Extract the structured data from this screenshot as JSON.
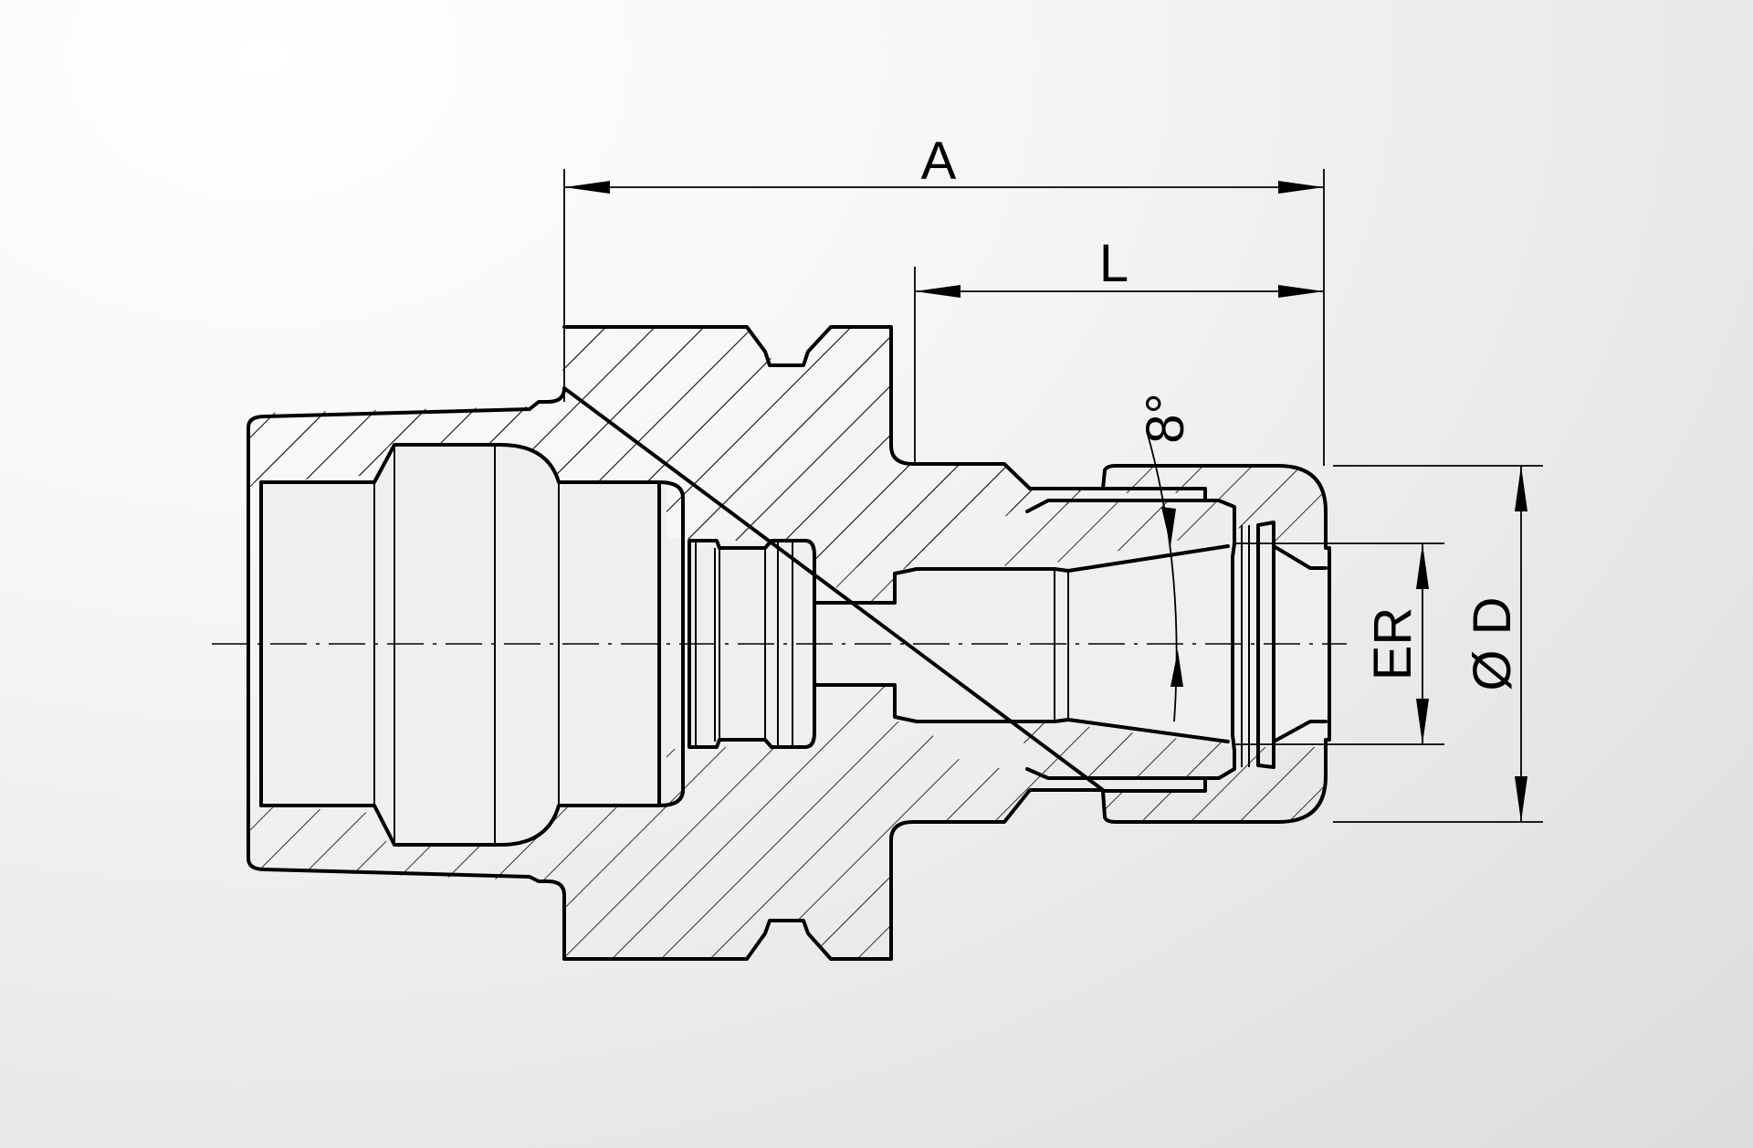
{
  "labels": {
    "overall_length": "A",
    "gauge_length": "L",
    "taper_angle": "8°",
    "collet_size": "ER",
    "diameter": "Ø D"
  },
  "colors": {
    "line": "#000000",
    "background": "#e8e8e8"
  }
}
